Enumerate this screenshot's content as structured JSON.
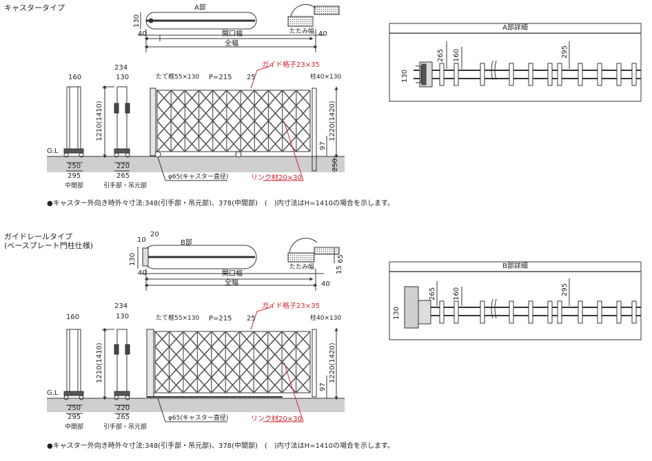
{
  "section1": {
    "title": "キャスタータイプ",
    "part_label": "A部",
    "fold_width": "たたみ幅",
    "opening_width": "開口幅",
    "overall_width": "全幅",
    "dim_130": "130",
    "dim_40_left": "40",
    "dim_40_right": "40",
    "side_post_width": "160",
    "end_width": "234",
    "end_inner": "130",
    "height_main": "1210(1410)",
    "gl": "G.L",
    "base_middle": "250",
    "caster_middle": "295",
    "label_middle": "中間部",
    "base_end": "220",
    "caster_end": "265",
    "label_end": "引手部・吊元部",
    "frame_label": "たて框55×130",
    "pitch": "P=215",
    "pitch_num": "25",
    "guide_lattice": "ガイド格子23×35",
    "post_label": "柱40×130",
    "height_right": "1220(1420)",
    "dim_97": "97",
    "dim_250": "250",
    "caster_diameter": "φ65(キャスター直径)",
    "link_material": "リンク材20×30",
    "note": "●キャスター外向き時外々寸法:348(引手部・吊元部)、378(中間部)　(　)内寸法はH=1410の場合を示します。"
  },
  "detailA": {
    "title": "A部詳細",
    "dim_130": "130",
    "dim_265": "265",
    "dim_160": "160",
    "dim_295": "295"
  },
  "section2": {
    "title": "ガイドレールタイプ",
    "subtitle": "(ベースプレート門柱仕様)",
    "part_label": "B部",
    "dim_10": "10",
    "dim_20": "20",
    "dim_130": "130",
    "dim_65": "65",
    "dim_15": "15",
    "fold_width": "たたみ幅",
    "opening_width": "開口幅",
    "overall_width": "全幅",
    "dim_40_left": "40",
    "dim_40_right": "40",
    "side_post_width": "160",
    "end_width": "234",
    "end_inner": "130",
    "height_main": "1210(1410)",
    "gl": "G.L",
    "base_middle": "250",
    "caster_middle": "295",
    "label_middle": "中間部",
    "base_end": "220",
    "caster_end": "265",
    "label_end": "引手部・吊元部",
    "frame_label": "たて框55×130",
    "pitch": "P=215",
    "pitch_num": "25",
    "guide_lattice": "ガイド格子23×35",
    "post_label": "柱40×130",
    "height_right": "1220(1420)",
    "dim_97": "97",
    "caster_diameter": "φ65(キャスター直径)",
    "link_material": "リンク材20×30",
    "note": "●キャスター外向き時外々寸法:348(引手部・吊元部)、378(中間部)　(　)内寸法はH=1410の場合を示します。"
  },
  "detailB": {
    "title": "B部詳細",
    "dim_130": "130",
    "dim_265": "265",
    "dim_160": "160",
    "dim_295": "295"
  },
  "colors": {
    "line": "#333333",
    "ground": "#cfcfcf",
    "red": "#d6202a",
    "gate": "#555555"
  }
}
